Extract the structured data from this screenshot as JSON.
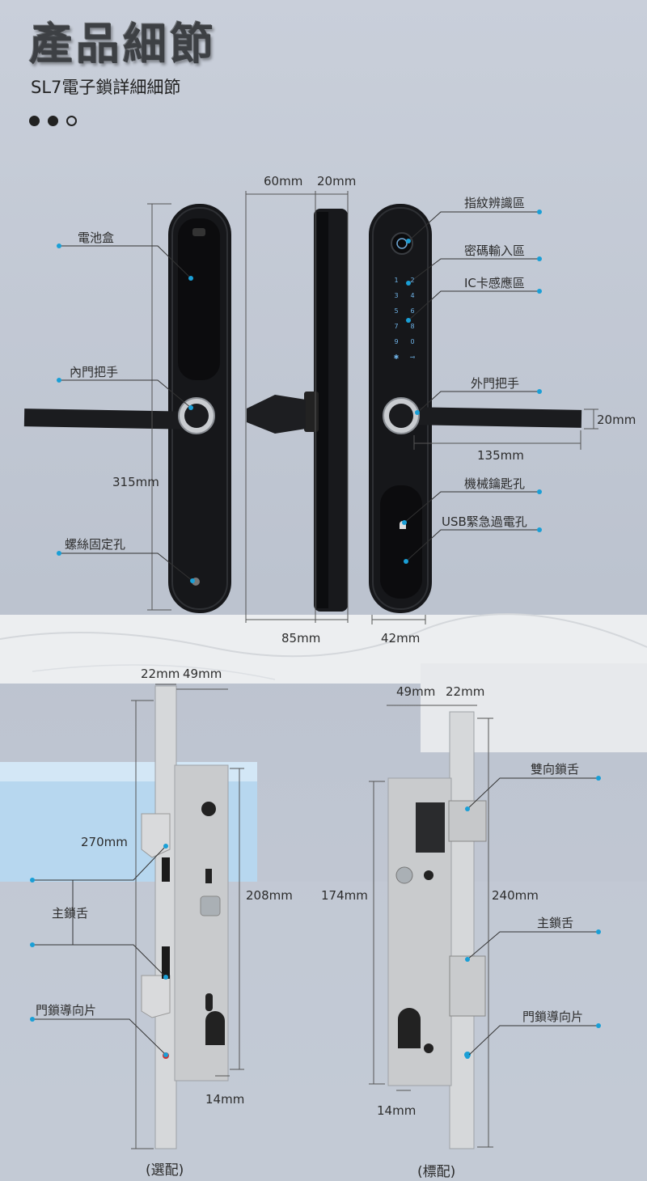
{
  "header": {
    "title": "產品細節",
    "subtitle": "SL7電子鎖詳細細節"
  },
  "top_section": {
    "callouts_left": {
      "battery_box": "電池盒",
      "inner_handle": "內門把手",
      "screw_hole": "螺絲固定孔"
    },
    "callouts_right": {
      "fingerprint": "指紋辨識區",
      "password": "密碼輸入區",
      "ic_card": "IC卡感應區",
      "outer_handle": "外門把手",
      "key_hole": "機械鑰匙孔",
      "usb": "USB緊急過電孔"
    },
    "dimensions": {
      "height": "315mm",
      "width_60": "60mm",
      "width_20": "20mm",
      "handle_h": "20mm",
      "handle_len": "135mm",
      "depth": "85mm",
      "front_w": "42mm"
    },
    "keypad_keys": [
      "1",
      "2",
      "3",
      "4",
      "5",
      "6",
      "7",
      "8",
      "9",
      "0",
      "✱",
      "⊸"
    ]
  },
  "bottom_section": {
    "left_body": {
      "dim_top_left": "22mm",
      "dim_top_right": "49mm",
      "dim_height": "270mm",
      "dim_inner": "208mm",
      "dim_bottom": "14mm",
      "label_main_bolt": "主鎖舌",
      "label_guide": "門鎖導向片",
      "caption": "(選配)"
    },
    "right_body": {
      "dim_top_left": "49mm",
      "dim_top_right": "22mm",
      "dim_height": "240mm",
      "dim_inner": "174mm",
      "dim_bottom": "14mm",
      "label_double_bolt": "雙向鎖舌",
      "label_main_bolt": "主鎖舌",
      "label_guide": "門鎖導向片",
      "caption": "(標配)"
    }
  },
  "colors": {
    "accent_dot": "#1a9fd6",
    "lock_black": "#16171a",
    "steel": "#c8cacc"
  }
}
